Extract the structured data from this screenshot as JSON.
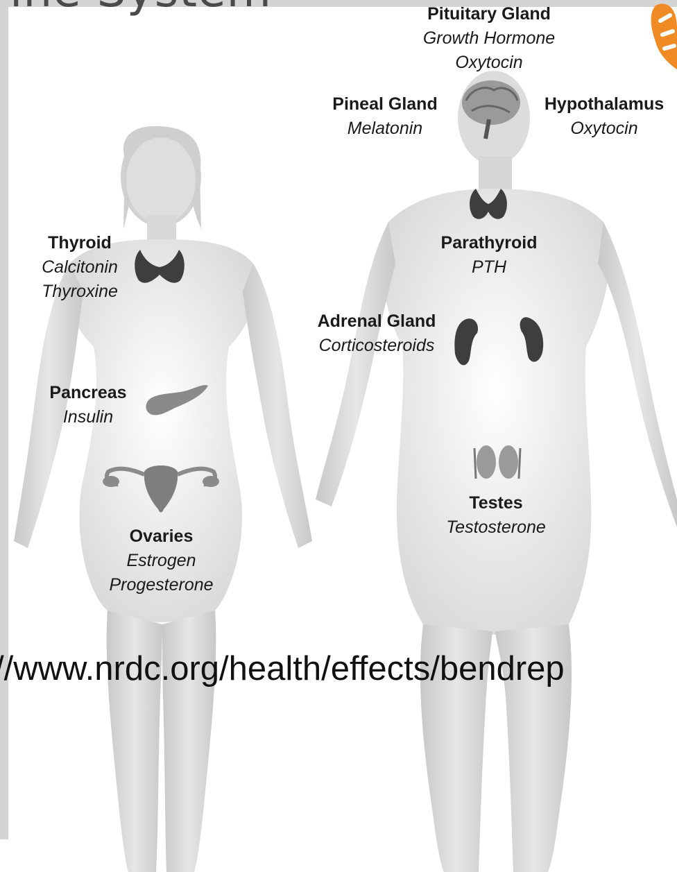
{
  "slide": {
    "title_fragment": "ine System",
    "source_url": "//www.nrdc.org/health/effects/bendrep"
  },
  "glands": {
    "pituitary": {
      "name": "Pituitary Gland",
      "hormones": [
        "Growth Hormone",
        "Oxytocin"
      ]
    },
    "pineal": {
      "name": "Pineal Gland",
      "hormones": [
        "Melatonin"
      ]
    },
    "hypothalamus": {
      "name": "Hypothalamus",
      "hormones": [
        "Oxytocin"
      ]
    },
    "thyroid": {
      "name": "Thyroid",
      "hormones": [
        "Calcitonin",
        "Thyroxine"
      ]
    },
    "parathyroid": {
      "name": "Parathyroid",
      "hormones": [
        "PTH"
      ]
    },
    "adrenal": {
      "name": "Adrenal Gland",
      "hormones": [
        "Corticosteroids"
      ]
    },
    "pancreas": {
      "name": "Pancreas",
      "hormones": [
        "Insulin"
      ]
    },
    "testes": {
      "name": "Testes",
      "hormones": [
        "Testosterone"
      ]
    },
    "ovaries": {
      "name": "Ovaries",
      "hormones": [
        "Estrogen",
        "Progesterone"
      ]
    }
  },
  "colors": {
    "frame": "#d4d4d4",
    "body": "#d6d6d6",
    "organ": "#3e3e3e",
    "logo": "#f08a24"
  }
}
